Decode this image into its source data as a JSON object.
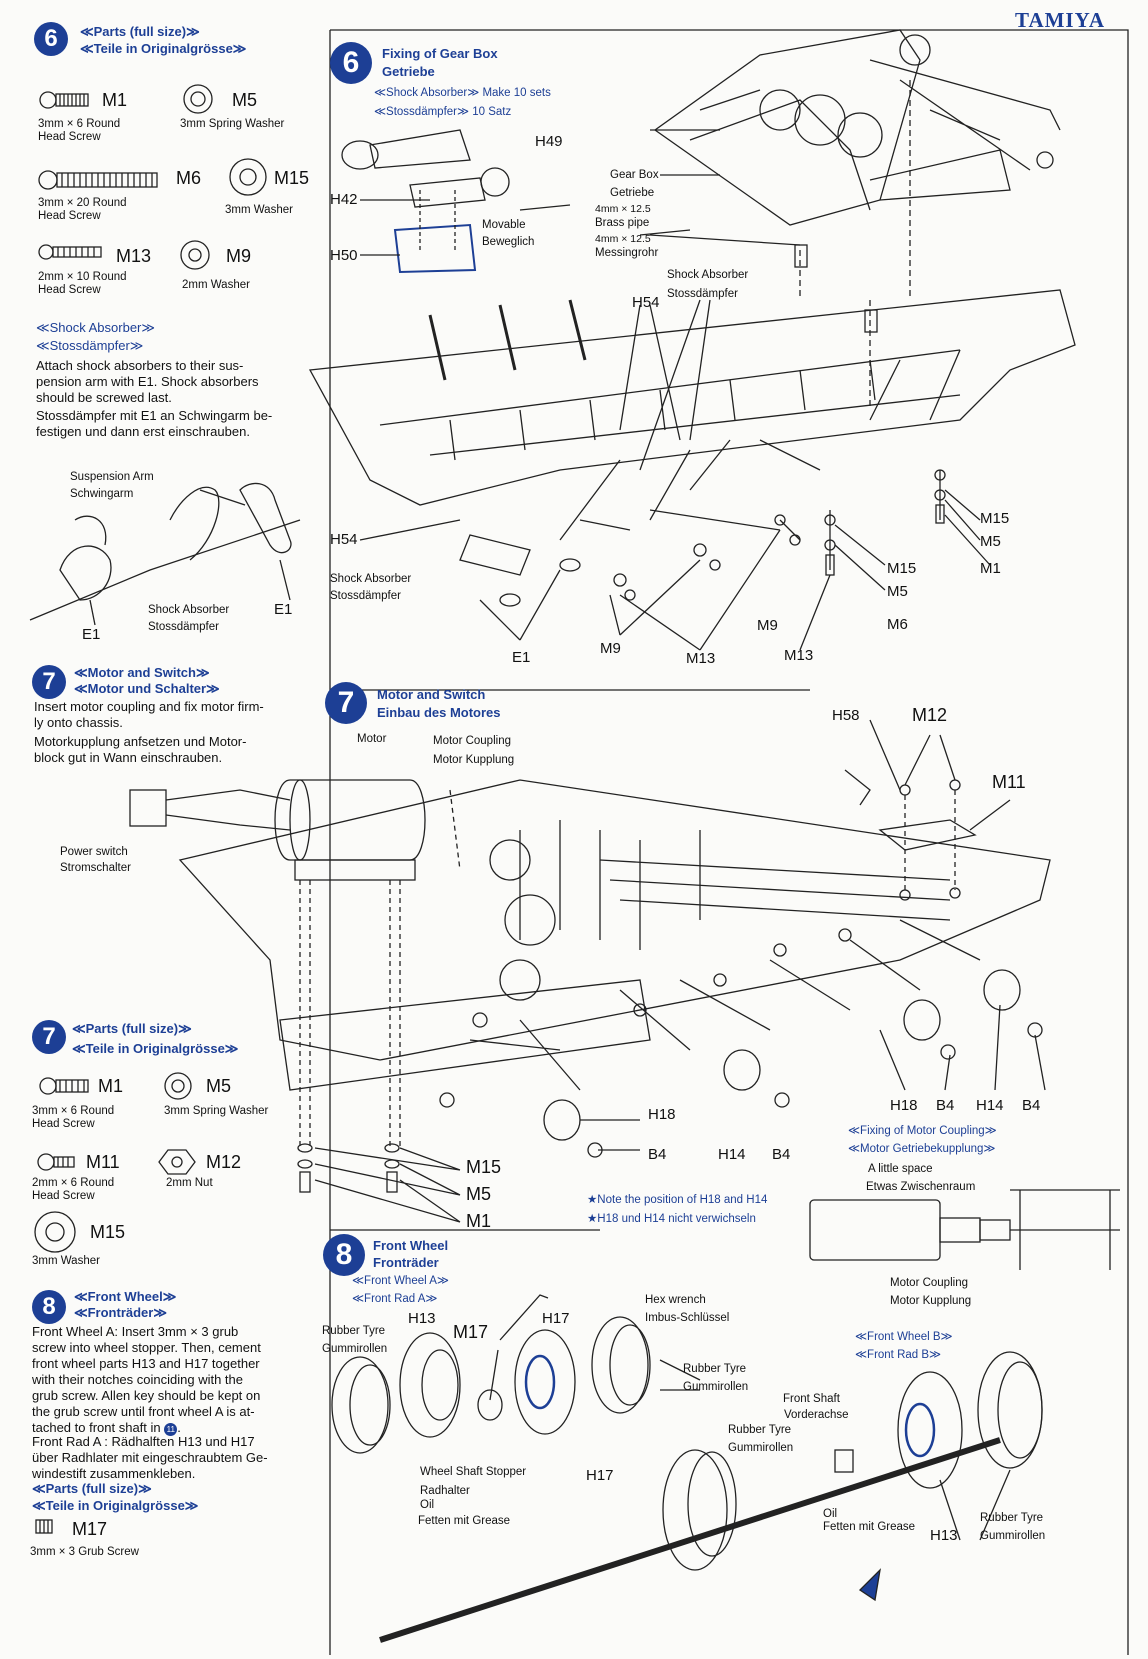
{
  "brand": "TAMIYA",
  "left": {
    "s6": {
      "number": "6",
      "t1": "≪Parts (full size)≫",
      "t2": "≪Teile in Originalgrösse≫",
      "parts": [
        {
          "code": "M1",
          "desc1": "3mm × 6 Round",
          "desc2": "Head Screw"
        },
        {
          "code": "M5",
          "desc1": "3mm Spring Washer"
        },
        {
          "code": "M6",
          "desc1": "3mm × 20 Round",
          "desc2": "Head Screw"
        },
        {
          "code": "M15",
          "desc1": "3mm Washer"
        },
        {
          "code": "M13",
          "desc1": "2mm × 10 Round",
          "desc2": "Head Screw"
        },
        {
          "code": "M9",
          "desc1": "2mm Washer"
        }
      ]
    },
    "shock": {
      "t1": "≪Shock Absorber≫",
      "t2": "≪Stossdämpfer≫",
      "en": [
        "Attach shock absorbers to their sus-",
        "pension arm with E1. Shock absorbers",
        "should be screwed last."
      ],
      "de": [
        "Stossdämpfer mit E1 an Schwingarm be-",
        "festigen und dann erst einschrauben."
      ],
      "susp1": "Suspension Arm",
      "susp2": "Schwingarm",
      "sa1": "Shock Absorber",
      "sa2": "Stossdämpfer",
      "e1": "E1"
    },
    "s7": {
      "number": "7",
      "t1": "≪Motor and Switch≫",
      "t2": "≪Motor und Schalter≫",
      "en": [
        "Insert motor coupling and fix motor firm-",
        "ly onto chassis."
      ],
      "de": [
        "Motorkupplung anfsetzen und Motor-",
        "block gut in Wann einschrauben."
      ],
      "ps1": "Power switch",
      "ps2": "Stromschalter"
    },
    "s7p": {
      "number": "7",
      "t1": "≪Parts (full size)≫",
      "t2": "≪Teile in Originalgrösse≫",
      "parts": [
        {
          "code": "M1",
          "desc1": "3mm × 6 Round",
          "desc2": "Head Screw"
        },
        {
          "code": "M5",
          "desc1": "3mm Spring Washer"
        },
        {
          "code": "M11",
          "desc1": "2mm × 6 Round",
          "desc2": "Head Screw"
        },
        {
          "code": "M12",
          "desc1": "2mm Nut"
        },
        {
          "code": "M15",
          "desc1": "3mm Washer"
        }
      ]
    },
    "s8": {
      "number": "8",
      "t1": "≪Front Wheel≫",
      "t2": "≪Fronträder≫",
      "en": [
        "Front Wheel A: Insert 3mm × 3 grub",
        "screw into wheel stopper. Then, cement",
        "front wheel parts H13 and H17 together",
        "with their notches coinciding with the",
        "grub screw. Allen key should be kept on",
        "the grub screw until front wheel A is at-",
        "tached to front shaft in"
      ],
      "en_ref": "11",
      "de": [
        "Front Rad A : Rädhalften H13 und H17",
        "über Radhlater mit eingeschraubtem Ge-",
        "windestift zusammenkleben."
      ],
      "p1": "≪Parts (full size)≫",
      "p2": "≪Teile in Originalgrösse≫",
      "part": {
        "code": "M17",
        "desc1": "3mm × 3 Grub Screw"
      }
    }
  },
  "right": {
    "s6": {
      "number": "6",
      "t1": "Fixing of Gear Box",
      "t2": "Getriebe",
      "sub1": "≪Shock Absorber≫ Make 10 sets",
      "sub2": "≪Stossdämpfer≫ 10 Satz",
      "h49": "H49",
      "h42": "H42",
      "h50": "H50",
      "mov1": "Movable",
      "mov2": "Beweglich",
      "gb1": "Gear Box",
      "gb2": "Getriebe",
      "bp1": "4mm × 12.5",
      "bp2": "Brass pipe",
      "bp3": "4mm × 12.5",
      "bp4": "Messingrohr",
      "sa1": "Shock Absorber",
      "sa2": "Stossdämpfer",
      "h54a": "H54",
      "h54b": "H54",
      "sab1": "Shock Absorber",
      "sab2": "Stossdämpfer",
      "e1": "E1",
      "m9a": "M9",
      "m13a": "M13",
      "m9b": "M9",
      "m13b": "M13",
      "m15a": "M15",
      "m5a": "M5",
      "m6": "M6",
      "m15b": "M15",
      "m5b": "M5",
      "m1": "M1"
    },
    "s7": {
      "number": "7",
      "t1": "Motor and Switch",
      "t2": "Einbau des Motores",
      "motor": "Motor",
      "mc1": "Motor Coupling",
      "mc2": "Motor Kupplung",
      "h58": "H58",
      "m12": "M12",
      "m11": "M11",
      "h18a": "H18",
      "b4a": "B4",
      "h14a": "H14",
      "b4b": "B4",
      "h18b": "H18",
      "b4c": "B4",
      "h14b": "H14",
      "b4d": "B4",
      "m15": "M15",
      "m5": "M5",
      "m1": "M1",
      "note1": "★Note the position of H18 and H14",
      "note2": "★H18 und H14 nicht verwichseln",
      "fm1": "≪Fixing of Motor Coupling≫",
      "fm2": "≪Motor Getriebekupplung≫",
      "ls1": "A little space",
      "ls2": "Etwas Zwischenraum",
      "cp1": "Motor Coupling",
      "cp2": "Motor Kupplung"
    },
    "s8": {
      "number": "8",
      "t1": "Front Wheel",
      "t2": "Fronträder",
      "sub1": "≪Front Wheel A≫",
      "sub2": "≪Front Rad A≫",
      "rt1": "Rubber Tyre",
      "rt2": "Gummirollen",
      "h13": "H13",
      "m17": "M17",
      "h17": "H17",
      "hw1": "Hex wrench",
      "hw2": "Imbus-Schlüssel",
      "rtb1": "Rubber Tyre",
      "rtb2": "Gummirollen",
      "ws1": "Wheel Shaft Stopper",
      "ws2": "Radhalter",
      "oil1": "Oil",
      "oil2": "Fetten mit Grease",
      "fwb1": "≪Front Wheel B≫",
      "fwb2": "≪Front Rad B≫",
      "fs1": "Front Shaft",
      "fs2": "Vorderachse",
      "rtc1": "Rubber Tyre",
      "rtc2": "Gummirollen",
      "h17b": "H17",
      "oilb1": "Oil",
      "oilb2": "Fetten mit Grease",
      "h13b": "H13",
      "rtd1": "Rubber Tyre",
      "rtd2": "Gummirollen"
    }
  }
}
